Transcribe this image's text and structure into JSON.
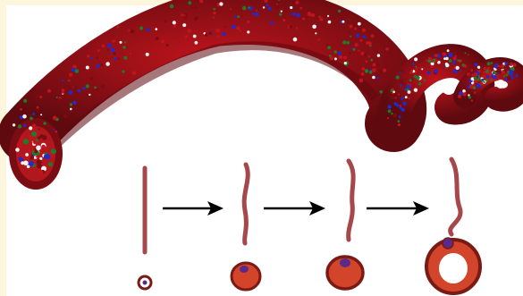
{
  "figure": {
    "background_color": "#fdf6dc",
    "panel_color": "#ffffff",
    "colors": {
      "atom_red": "#c0141c",
      "atom_dark_red": "#7a0c12",
      "atom_blue": "#1f2bd0",
      "atom_green": "#1f7a2a",
      "atom_white": "#f2f2f2",
      "rod": "#a5474b",
      "ring_outer": "#7a1a14",
      "ring_fill": "#d2452a",
      "ring_hole": "#ffffff",
      "core": "#5a2a8a",
      "arrow": "#000000"
    },
    "nanotube": {
      "icon": "helical-nanotube",
      "segments": [
        "long-tube-body",
        "coiled-loop-1",
        "coiled-loop-2"
      ]
    },
    "stages": [
      {
        "id": "stage-1",
        "rod_icon": "straight-rod",
        "cross_section_icon": "small-ring"
      },
      {
        "id": "stage-2",
        "rod_icon": "slightly-bent-rod",
        "cross_section_icon": "small-toroid"
      },
      {
        "id": "stage-3",
        "rod_icon": "bent-rod",
        "cross_section_icon": "medium-toroid"
      },
      {
        "id": "stage-4",
        "rod_icon": "curved-rod",
        "cross_section_icon": "large-toroid"
      }
    ],
    "arrows": [
      {
        "id": "arrow-1",
        "icon": "right-arrow-icon"
      },
      {
        "id": "arrow-2",
        "icon": "right-arrow-icon"
      },
      {
        "id": "arrow-3",
        "icon": "right-arrow-icon"
      }
    ]
  }
}
